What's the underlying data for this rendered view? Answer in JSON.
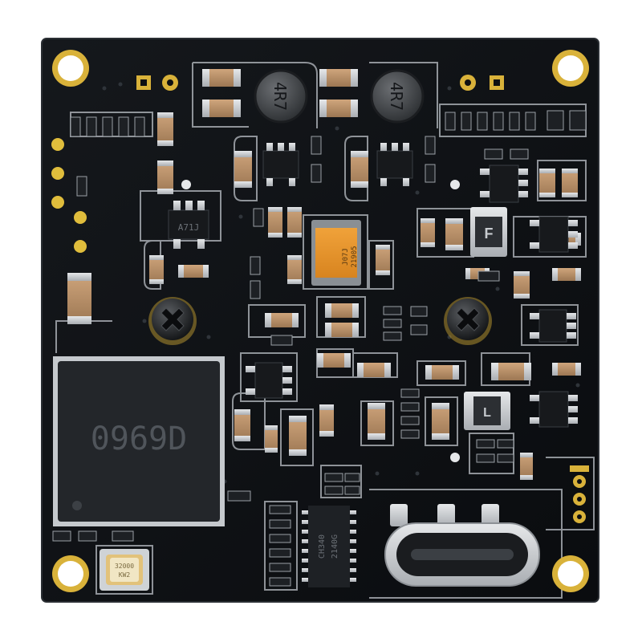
{
  "board": {
    "pcb_color": "#0d0f12",
    "trace_color": "#c9ced4",
    "pad_gold": "#d9b23a",
    "silk_white": "#dfe3e6"
  },
  "markings": {
    "main_chip": "0969D",
    "inductor_left": "4R7",
    "inductor_right": "4R7",
    "tantalum_line1": "J07J",
    "tantalum_line2": "21905",
    "power_inductor_top": "F",
    "power_inductor_bottom": "L",
    "sot_top_left": "A71J",
    "crystal_line1": "32000",
    "crystal_line2": "KW2",
    "tssop_line1": "CH340",
    "tssop_line2": "2140G"
  },
  "icons": {
    "usb": "usb-c-connector-icon",
    "screw": "phillips-screw-icon",
    "hole": "mounting-hole-icon"
  }
}
